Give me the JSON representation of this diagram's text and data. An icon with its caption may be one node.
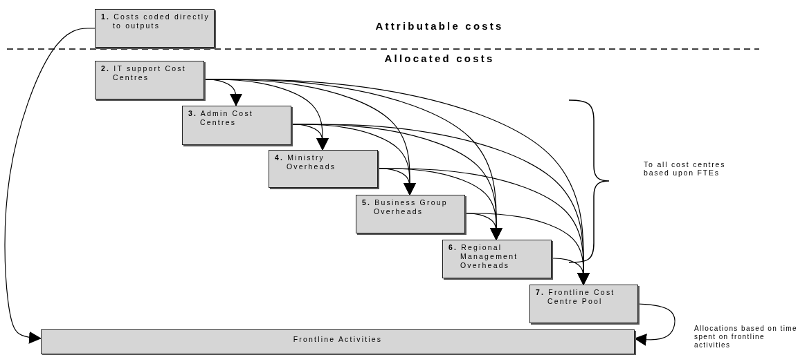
{
  "diagram": {
    "nodes": [
      {
        "text": [
          "**1.** Costs coded directly to outputs"
        ]
      },
      {
        "text": [
          "**2.** IT support Cost Centres"
        ]
      },
      {
        "text": [
          "**3.** Admin Cost Centres"
        ]
      },
      {
        "text": [
          "**4.** Ministry Overheads"
        ]
      },
      {
        "text": [
          "**5.** Business Group Overheads"
        ]
      },
      {
        "text": [
          "**6.** Regional Management Overheads"
        ]
      },
      {
        "text": [
          "**7.** Frontline Cost Centre Pool"
        ]
      },
      {
        "text": [
          "Frontline Activities"
        ]
      }
    ],
    "edges": [
      {
        "from": 0,
        "to": 7,
        "arrow": "to"
      },
      {
        "from": 1,
        "to": 2,
        "arrow": "to"
      },
      {
        "from": 1,
        "to": 3,
        "arrow": "to"
      },
      {
        "from": 1,
        "to": 4,
        "arrow": "to"
      },
      {
        "from": 1,
        "to": 5,
        "arrow": "to"
      },
      {
        "from": 1,
        "to": 6,
        "arrow": "to"
      },
      {
        "from": 2,
        "to": 3,
        "arrow": "to"
      },
      {
        "from": 2,
        "to": 4,
        "arrow": "to"
      },
      {
        "from": 2,
        "to": 5,
        "arrow": "to"
      },
      {
        "from": 2,
        "to": 6,
        "arrow": "to"
      },
      {
        "from": 3,
        "to": 4,
        "arrow": "to"
      },
      {
        "from": 3,
        "to": 5,
        "arrow": "to"
      },
      {
        "from": 3,
        "to": 6,
        "arrow": "to"
      },
      {
        "from": 4,
        "to": 5,
        "arrow": "to"
      },
      {
        "from": 4,
        "to": 6,
        "arrow": "to"
      },
      {
        "from": 5,
        "to": 6,
        "arrow": "to"
      },
      {
        "from": 6,
        "to": 7,
        "arrow": "to"
      }
    ],
    "labels": [
      "Attributable costs",
      "Allocated costs",
      "To all cost centres based upon FTEs",
      "Allocations based on time spent on frontline activities"
    ]
  }
}
